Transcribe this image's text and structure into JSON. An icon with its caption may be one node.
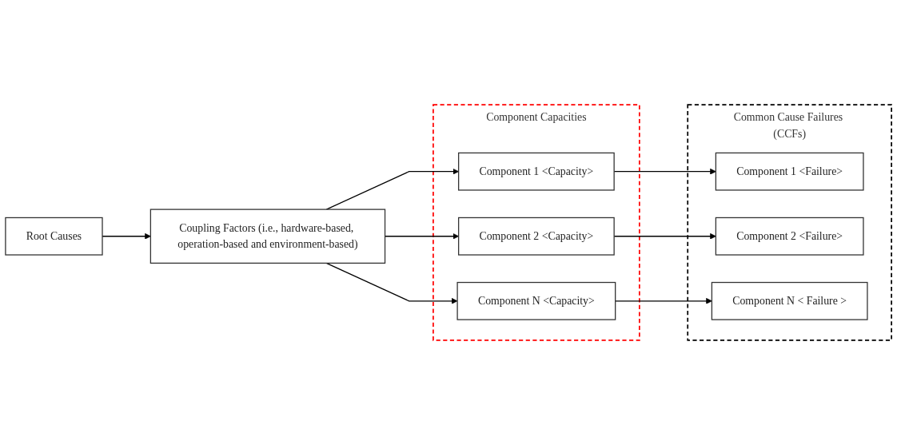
{
  "diagram": {
    "nodes": [
      {
        "text": [
          "Root Causes"
        ]
      },
      {
        "text": [
          "Coupling Factors (i.e., hardware-based, operation-based and environment-based)"
        ]
      },
      {
        "text": [
          "Component Capacities"
        ]
      },
      {
        "text": [
          "Component 1 <Capacity>"
        ],
        "in": 2
      },
      {
        "text": [
          "Component 2 <Capacity>"
        ],
        "in": 2
      },
      {
        "text": [
          "Component N <Capacity>"
        ],
        "in": 2
      },
      {
        "text": [
          "Common Cause Failures (CCFs)"
        ]
      },
      {
        "text": [
          "Component 1 <Failure>"
        ],
        "in": 6
      },
      {
        "text": [
          "Component 2 <Failure>"
        ],
        "in": 6
      },
      {
        "text": [
          "Component N < Failure >"
        ],
        "in": 6
      }
    ],
    "edges": [
      {
        "from": 0,
        "to": 1,
        "arrow": "to"
      },
      {
        "from": 1,
        "to": 3,
        "arrow": "to"
      },
      {
        "from": 1,
        "to": 4,
        "arrow": "to"
      },
      {
        "from": 1,
        "to": 5,
        "arrow": "to"
      },
      {
        "from": 3,
        "to": 7,
        "arrow": "to"
      },
      {
        "from": 4,
        "to": 8,
        "arrow": "to"
      },
      {
        "from": 5,
        "to": 9,
        "arrow": "to"
      }
    ]
  }
}
